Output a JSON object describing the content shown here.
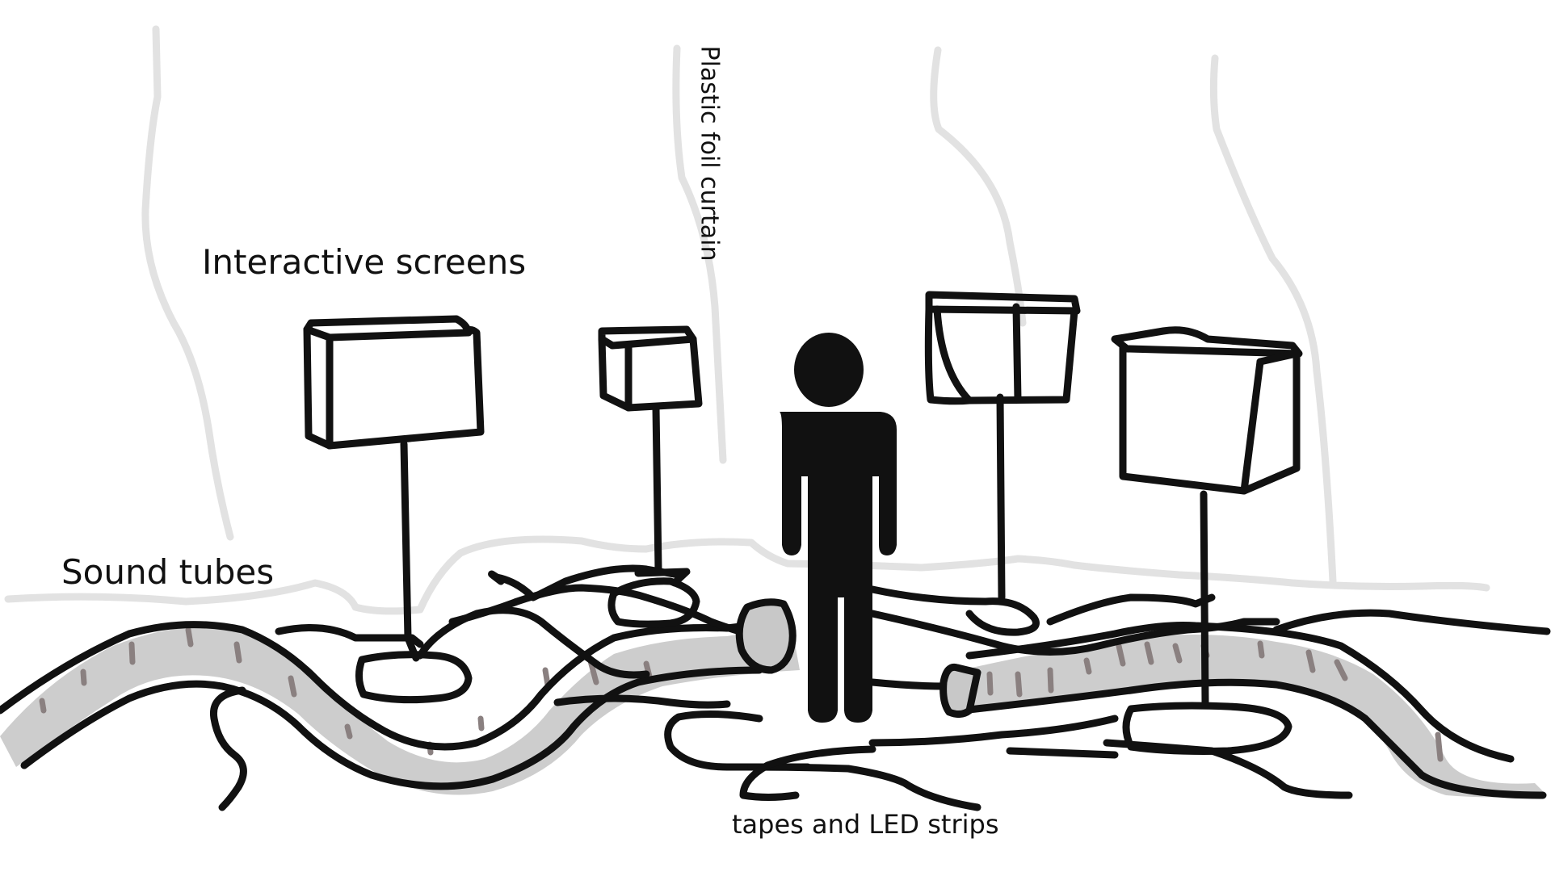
{
  "labels": {
    "screens": "Interactive screens",
    "tubes": "Sound tubes",
    "curtain": "Plastic foil curtain",
    "tapes": "tapes and LED strips"
  },
  "colors": {
    "ink": "#111111",
    "curtain": "#e2e2e2",
    "tube_fill": "#c8c8c8",
    "tube_marks": "#8a8080"
  }
}
